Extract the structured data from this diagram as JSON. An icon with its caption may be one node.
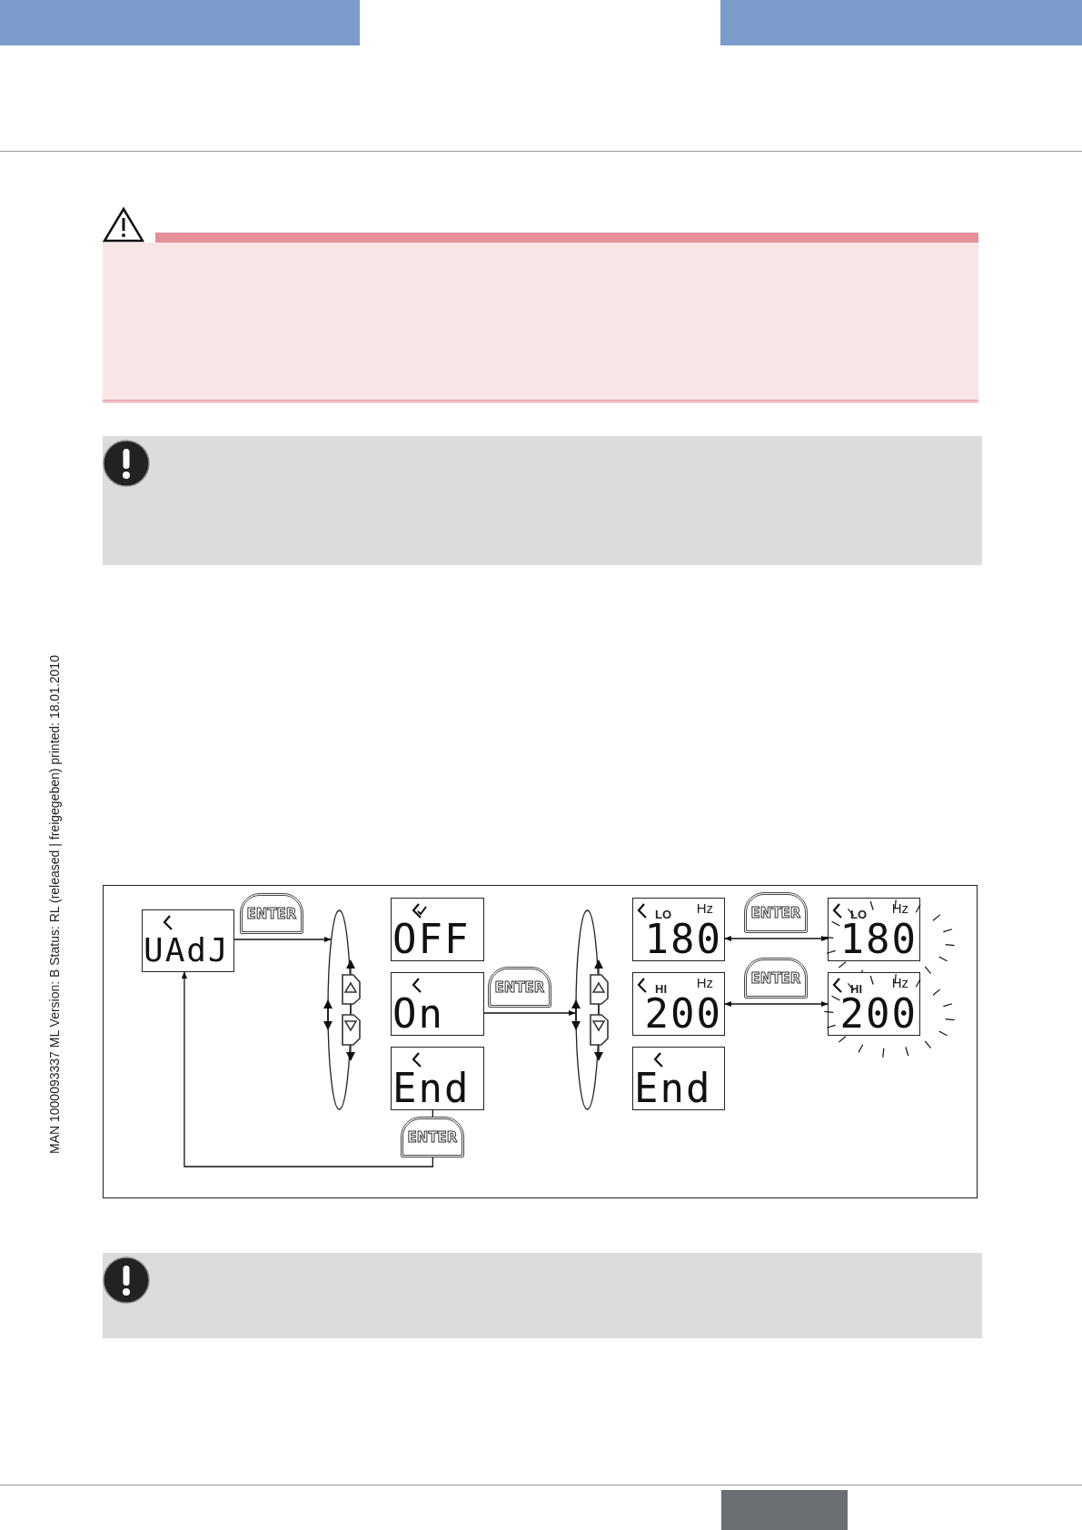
{
  "diagram": {
    "nodes": [
      {
        "text": [
          "UAdJ"
        ]
      },
      {
        "text": [],
        "shape": "ellipse"
      },
      {
        "text": [
          "OFF"
        ]
      },
      {
        "text": [
          "On"
        ]
      },
      {
        "text": [
          "End"
        ]
      },
      {
        "text": [],
        "shape": "ellipse"
      },
      {
        "text": [
          "LO",
          "Hz",
          "180"
        ]
      },
      {
        "text": [
          "HI",
          "Hz",
          "200"
        ]
      },
      {
        "text": [
          "End"
        ]
      },
      {
        "text": [
          "LO",
          "Hz",
          "180"
        ]
      },
      {
        "text": [
          "HI",
          "Hz",
          "200"
        ]
      }
    ],
    "edges": [
      {
        "from": 0,
        "to": 1,
        "arrow": "to",
        "label": "ENTER"
      },
      {
        "from": 3,
        "to": 5,
        "arrow": "to",
        "label": "ENTER"
      },
      {
        "from": 4,
        "to": 0,
        "arrow": "to",
        "label": "ENTER"
      },
      {
        "from": 6,
        "to": 9,
        "arrow": "both",
        "label": "ENTER"
      },
      {
        "from": 7,
        "to": 10,
        "arrow": "both",
        "label": "ENTER"
      }
    ],
    "labels": [
      "MAN 1000093337 ML Version: B Status: RL (released | freigegeben) printed: 18.01.2010"
    ]
  }
}
